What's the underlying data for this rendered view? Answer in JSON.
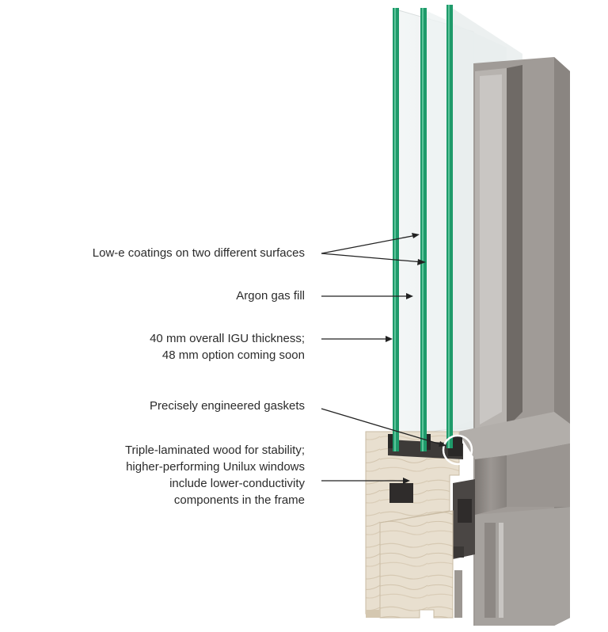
{
  "colors": {
    "glass_edge": "#1e9a6a",
    "frame_aluminum": "#8e8985",
    "frame_light": "#b3aeaa",
    "wood": "#e6dccb",
    "label_text": "#2b2b2b",
    "arrow": "#222222"
  },
  "callouts": {
    "low_e": {
      "lines": [
        "Low-e coatings on two different surfaces"
      ]
    },
    "argon": {
      "lines": [
        "Argon gas fill"
      ]
    },
    "igu": {
      "lines": [
        "40 mm overall IGU thickness;",
        "48 mm option coming soon"
      ]
    },
    "gaskets": {
      "lines": [
        "Precisely engineered gaskets"
      ]
    },
    "wood": {
      "lines": [
        "Triple-laminated wood for stability;",
        "higher-performing Unilux windows",
        "include lower-conductivity",
        "components in the frame"
      ]
    }
  }
}
